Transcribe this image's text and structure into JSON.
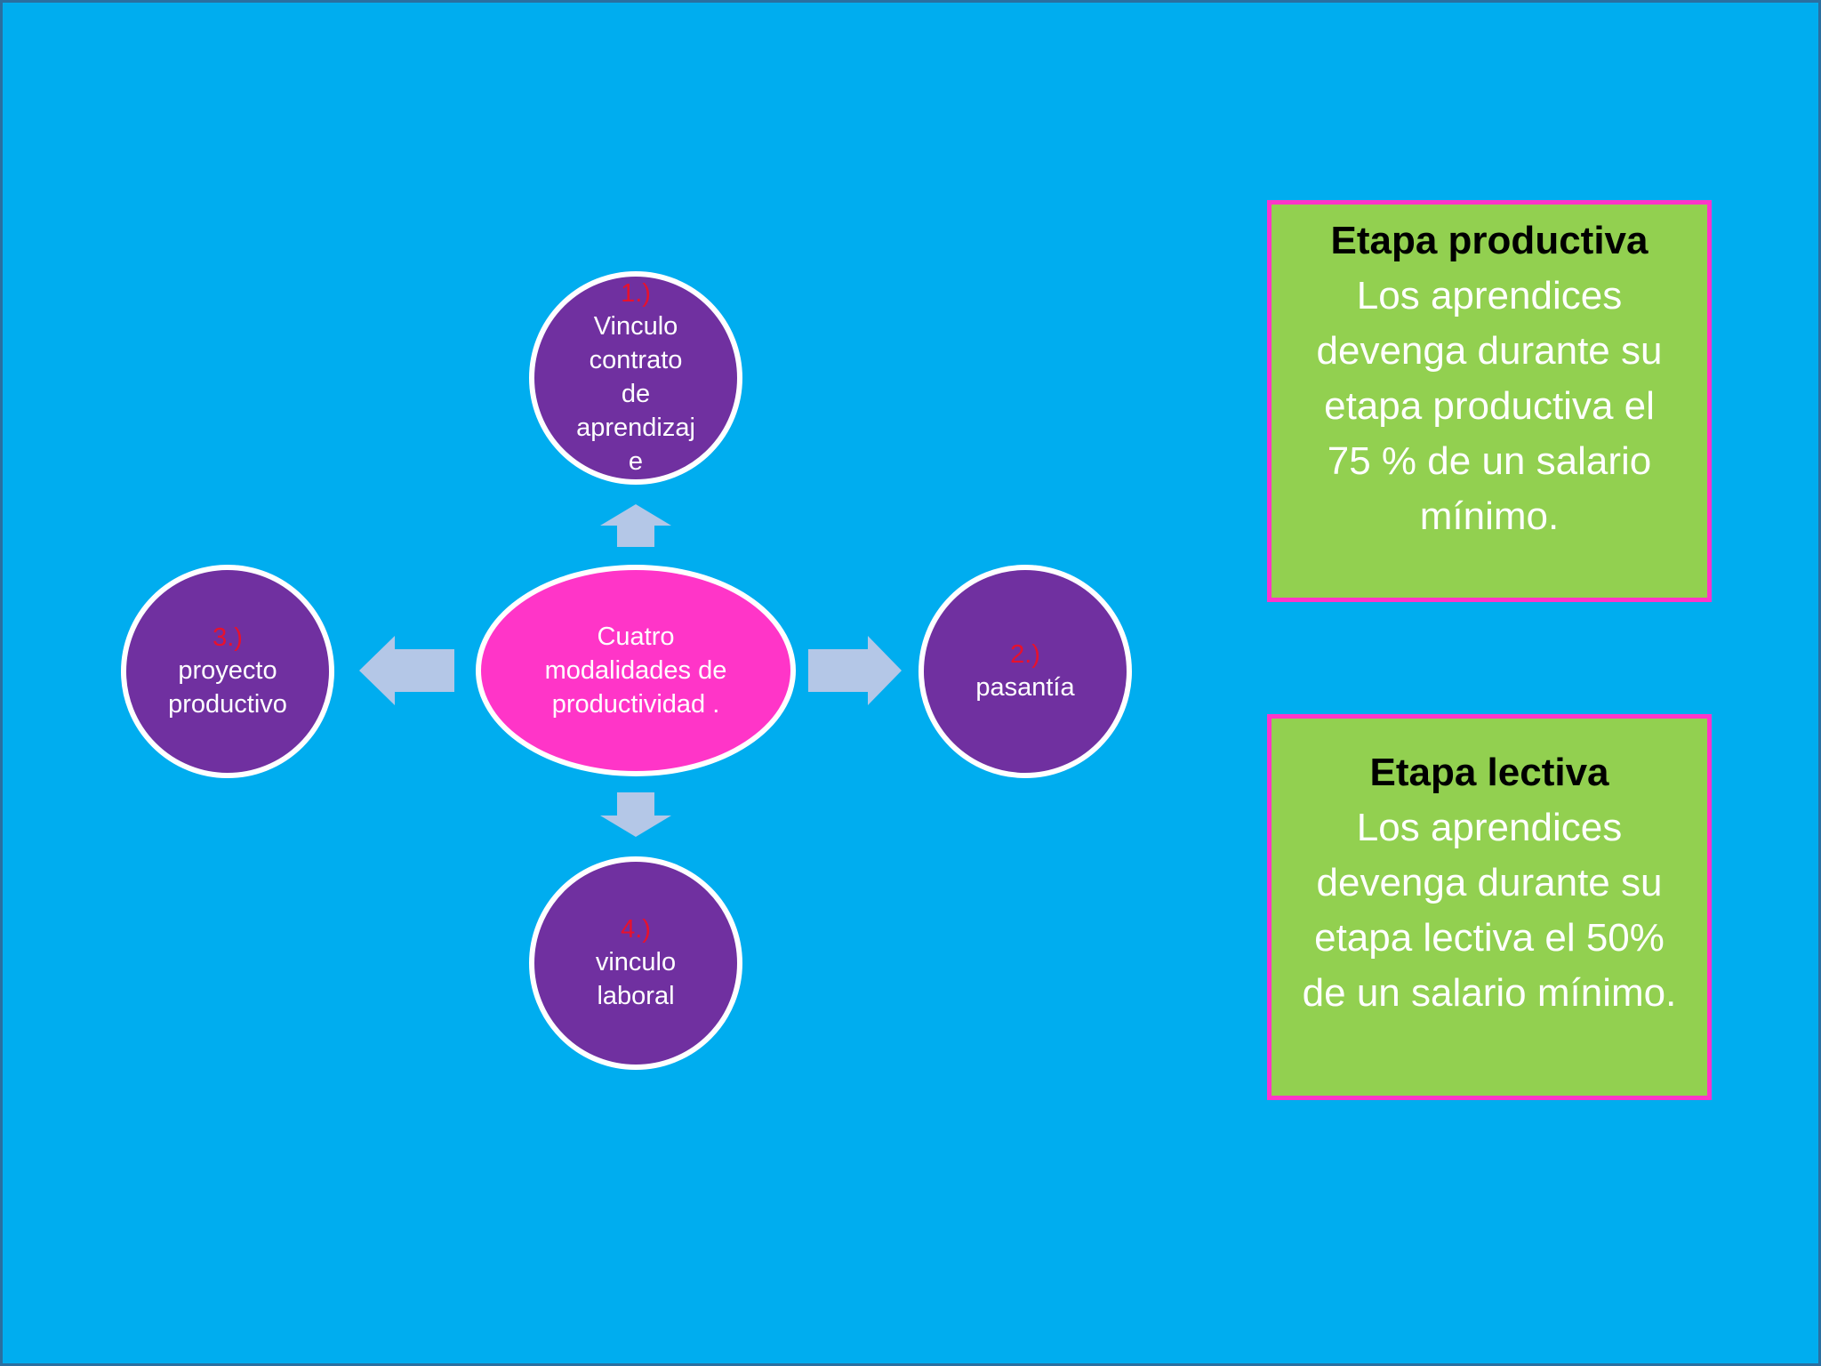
{
  "diagram": {
    "center": {
      "label": "Cuatro modalidades de productividad ."
    },
    "nodes": [
      {
        "id": "top",
        "num": "1.)",
        "label": "Vinculo\ncontrato\nde\naprendizaj\ne"
      },
      {
        "id": "right",
        "num": "2.)",
        "label": "pasantía"
      },
      {
        "id": "left",
        "num": "3.)",
        "label": "proyecto\nproductivo"
      },
      {
        "id": "bottom",
        "num": "4.)",
        "label": "vinculo\nlaboral"
      }
    ]
  },
  "boxes": [
    {
      "title": "Etapa productiva",
      "body": "Los aprendices\ndevenga durante su\netapa productiva el\n75 % de un salario\nmínimo."
    },
    {
      "title": "Etapa lectiva",
      "body": "Los aprendices\ndevenga durante su\netapa lectiva el 50%\nde un salario mínimo."
    }
  ],
  "colors": {
    "background": "#00adef",
    "node_fill": "#7030a0",
    "center_fill": "#ff35c8",
    "number_text": "#e8112d",
    "box_fill": "#92d050",
    "box_border": "#ff35c8",
    "arrow_fill": "#b4c7e7"
  }
}
